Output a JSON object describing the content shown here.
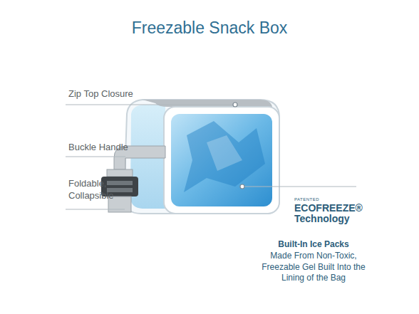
{
  "diagram": {
    "title": "Freezable Snack Box",
    "labels": [
      "Zip Top Closure",
      "Buckle Handle",
      "Foldable, Collapsible",
      "PATENTED",
      "ECOFREEZE® Technology",
      "Built-In Ice Packs",
      "Made From Non-Toxic, Freezable Gel Built Into the Lining of the Bag"
    ]
  }
}
